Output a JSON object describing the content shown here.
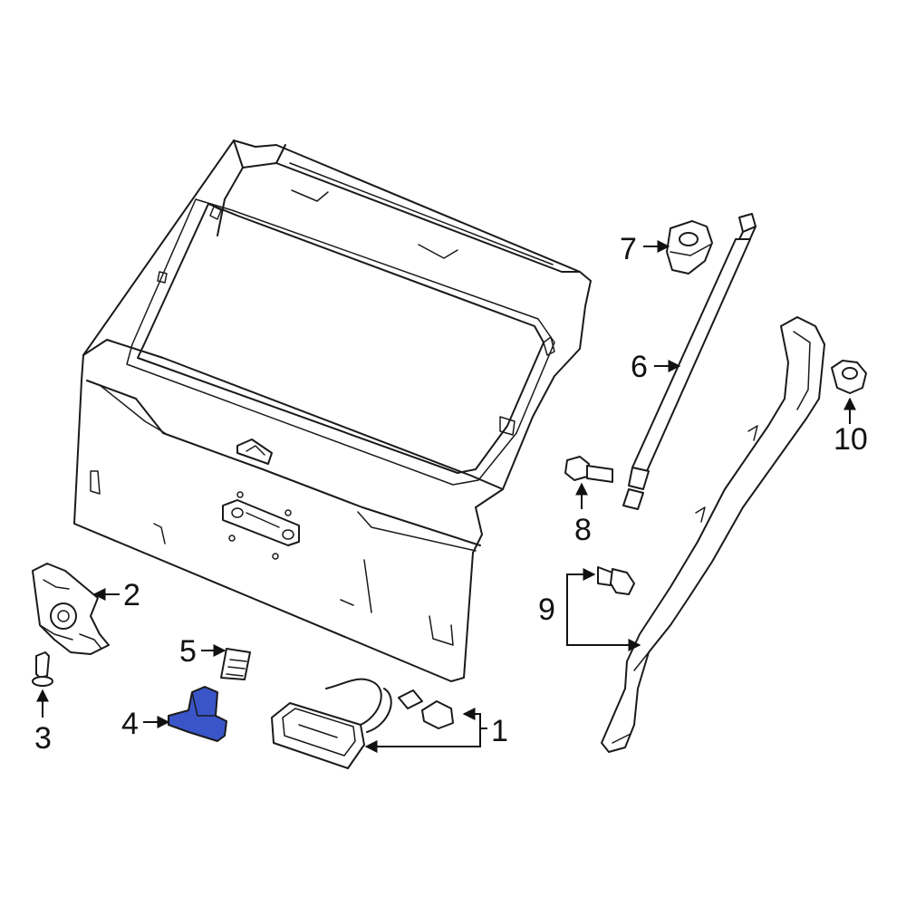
{
  "colors": {
    "line": "#1a1a1a",
    "background": "#ffffff",
    "highlight": "#3a55c8"
  },
  "callouts": {
    "c1": "1",
    "c2": "2",
    "c3": "3",
    "c4": "4",
    "c5": "5",
    "c6": "6",
    "c7": "7",
    "c8": "8",
    "c9": "9",
    "c10": "10"
  },
  "highlighted_part": "4"
}
